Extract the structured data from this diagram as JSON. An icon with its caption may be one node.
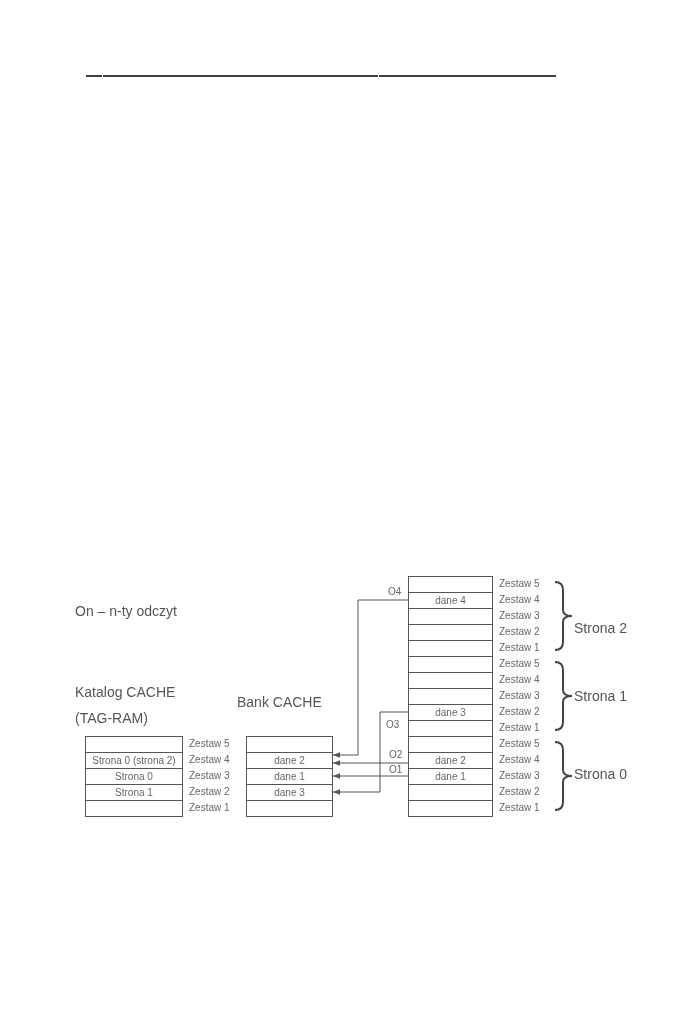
{
  "diagram": {
    "nodes": [
      {
        "text": [],
        "shape": "box",
        "beside": [
          "Zestaw 5"
        ]
      },
      {
        "text": [
          "Strona 0 (strona 2)"
        ],
        "beside": [
          "Zestaw 4"
        ]
      },
      {
        "text": [
          "Strona 0"
        ],
        "beside": [
          "Zestaw 3"
        ]
      },
      {
        "text": [
          "Strona 1"
        ],
        "beside": [
          "Zestaw 2"
        ]
      },
      {
        "text": [],
        "shape": "box",
        "beside": [
          "Zestaw 1"
        ]
      },
      {
        "text": [],
        "shape": "box"
      },
      {
        "text": [
          "dane 2"
        ]
      },
      {
        "text": [
          "dane 1"
        ]
      },
      {
        "text": [
          "dane 3"
        ]
      },
      {
        "text": [],
        "shape": "box"
      },
      {
        "text": [],
        "shape": "box",
        "beside": [
          "Zestaw 5"
        ]
      },
      {
        "text": [
          "dane 4"
        ],
        "beside": [
          "Zestaw 4"
        ]
      },
      {
        "text": [],
        "shape": "box",
        "beside": [
          "Zestaw 3"
        ]
      },
      {
        "text": [],
        "shape": "box",
        "beside": [
          "Zestaw 2"
        ]
      },
      {
        "text": [],
        "shape": "box",
        "beside": [
          "Zestaw 1"
        ]
      },
      {
        "text": [],
        "shape": "box",
        "beside": [
          "Zestaw 5"
        ]
      },
      {
        "text": [],
        "shape": "box",
        "beside": [
          "Zestaw 4"
        ]
      },
      {
        "text": [],
        "shape": "box",
        "beside": [
          "Zestaw 3"
        ]
      },
      {
        "text": [
          "dane 3"
        ],
        "beside": [
          "Zestaw 2"
        ]
      },
      {
        "text": [],
        "shape": "box",
        "beside": [
          "Zestaw 1"
        ]
      },
      {
        "text": [],
        "shape": "box",
        "beside": [
          "Zestaw 5"
        ]
      },
      {
        "text": [
          "dane 2"
        ],
        "beside": [
          "Zestaw 4"
        ]
      },
      {
        "text": [
          "dane 1"
        ],
        "beside": [
          "Zestaw 3"
        ]
      },
      {
        "text": [],
        "shape": "box",
        "beside": [
          "Zestaw 2"
        ]
      },
      {
        "text": [],
        "shape": "box",
        "beside": [
          "Zestaw 1"
        ]
      }
    ],
    "edges": [
      {
        "from": 11,
        "to": 6,
        "arrow": "to",
        "label": "O4"
      },
      {
        "from": 18,
        "to": 8,
        "arrow": "to",
        "label": "O3"
      },
      {
        "from": 21,
        "to": 6,
        "arrow": "to",
        "label": "O2"
      },
      {
        "from": 22,
        "to": 7,
        "arrow": "to",
        "label": "O1"
      }
    ],
    "labels": [
      "On – n-ty odczyt",
      "Katalog CACHE (TAG-RAM)",
      "Bank CACHE",
      "Strona 2",
      "Strona 1",
      "Strona 0"
    ]
  }
}
